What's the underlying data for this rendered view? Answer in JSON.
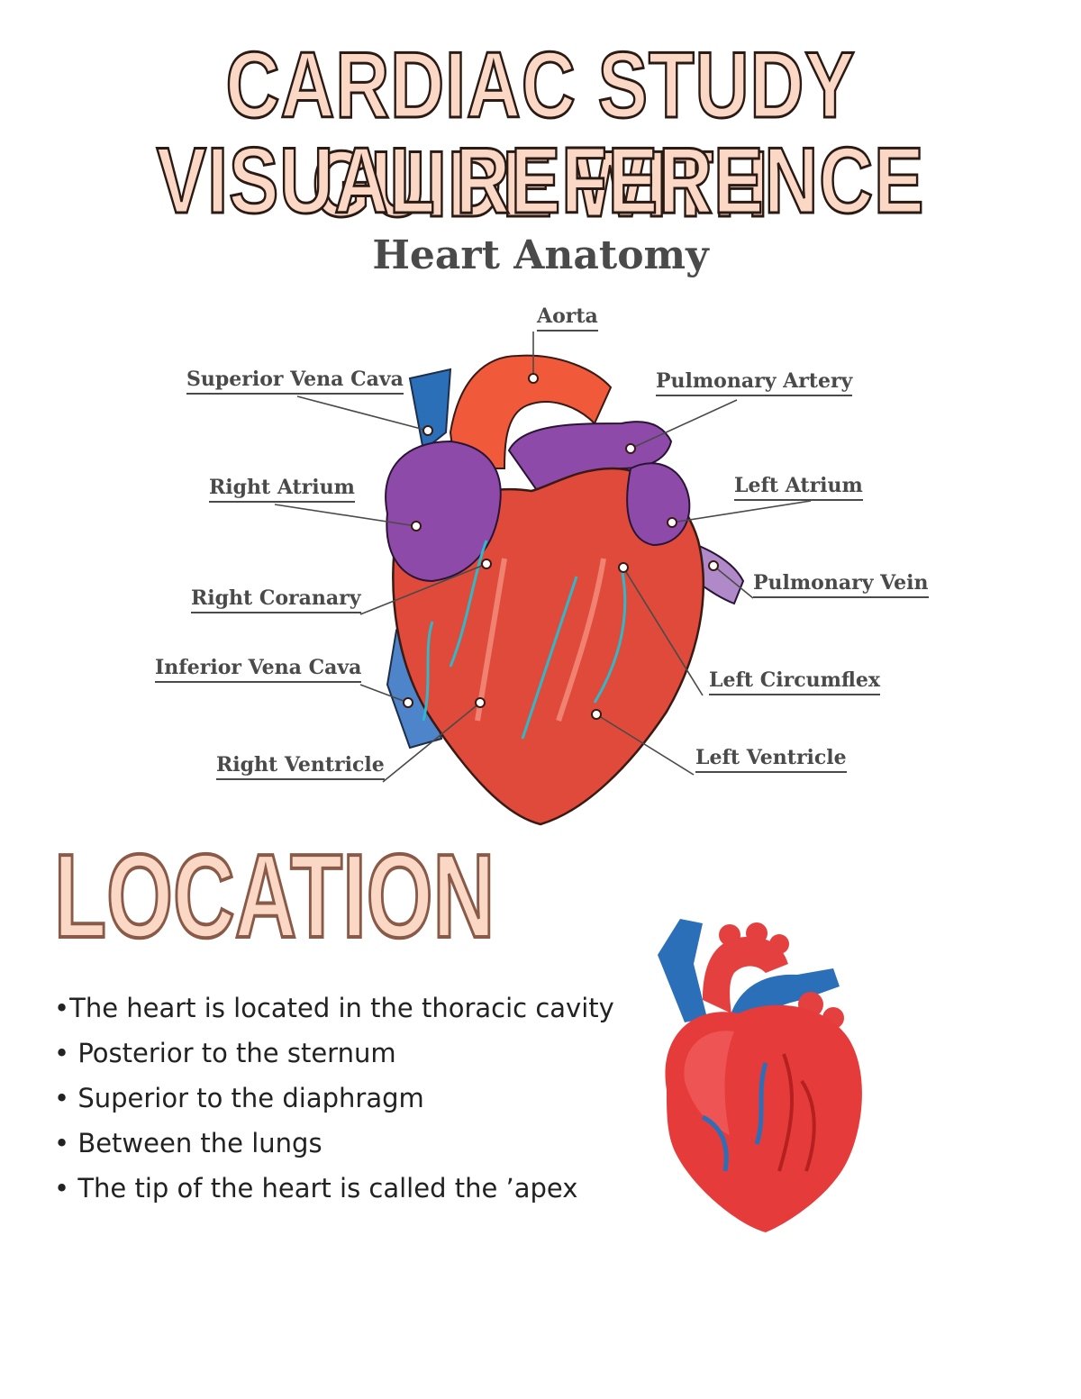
{
  "header": {
    "title_line1": "CARDIAC STUDY GUIDE WITH",
    "title_line2": "VISUAL REFERENCE",
    "subtitle": "Heart Anatomy"
  },
  "diagram": {
    "labels": {
      "aorta": "Aorta",
      "superior_vena_cava": "Superior Vena Cava",
      "pulmonary_artery": "Pulmonary Artery",
      "right_atrium": "Right Atrium",
      "left_atrium": "Left Atrium",
      "pulmonary_vein": "Pulmonary Vein",
      "right_coranary": "Right Coranary",
      "inferior_vena_cava": "Inferior Vena Cava",
      "left_circumflex": "Left Circumflex",
      "right_ventricle": "Right Ventricle",
      "left_ventricle": "Left Ventricle"
    }
  },
  "location": {
    "heading": "LOCATION",
    "bullets": [
      "•The heart is located in the thoracic cavity",
      "• Posterior to the sternum",
      "• Superior to the diaphragm",
      "• Between the lungs",
      "• The tip of the heart is called the ’apex"
    ]
  },
  "colors": {
    "title_fill": "#fbd8c6",
    "heart_red": "#e04a3a",
    "vessel_blue": "#2a6fb8",
    "atrium_purple": "#8e4aa8"
  }
}
